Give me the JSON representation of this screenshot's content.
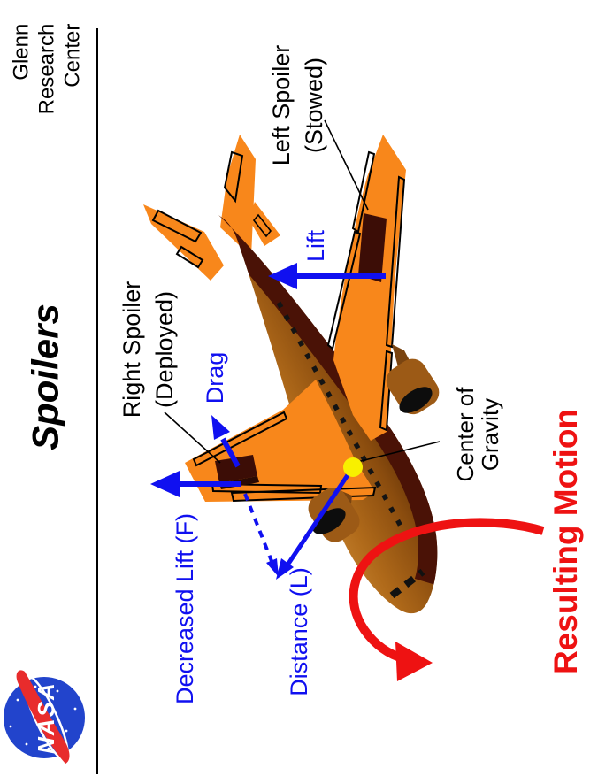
{
  "slide": {
    "organization": {
      "line1": "Glenn",
      "line2": "Research",
      "line3": "Center"
    },
    "title": "Spoilers"
  },
  "labels": {
    "left_spoiler": {
      "line1": "Left Spoiler",
      "line2": "(Stowed)"
    },
    "right_spoiler": {
      "line1": "Right Spoiler",
      "line2": "(Deployed)"
    },
    "lift": "Lift",
    "drag": "Drag",
    "decreased_lift": "Decreased Lift (F)",
    "distance": "Distance (L)",
    "center_of_gravity": {
      "line1": "Center of",
      "line2": "Gravity"
    },
    "resulting_motion": "Resulting Motion"
  },
  "logo": {
    "text": "NASA"
  },
  "colors": {
    "label_blue": "#1010f0",
    "motion_red": "#ee1212",
    "wing_orange": "#f8871b",
    "fuselage_brown": "#a86014",
    "fuselage_dark_stripe": "#4a1206",
    "spoiler_dark": "#3c0d06",
    "cg_yellow": "#f8f000",
    "nasa_blue": "#2244cc",
    "nasa_red": "#e82c2c"
  }
}
